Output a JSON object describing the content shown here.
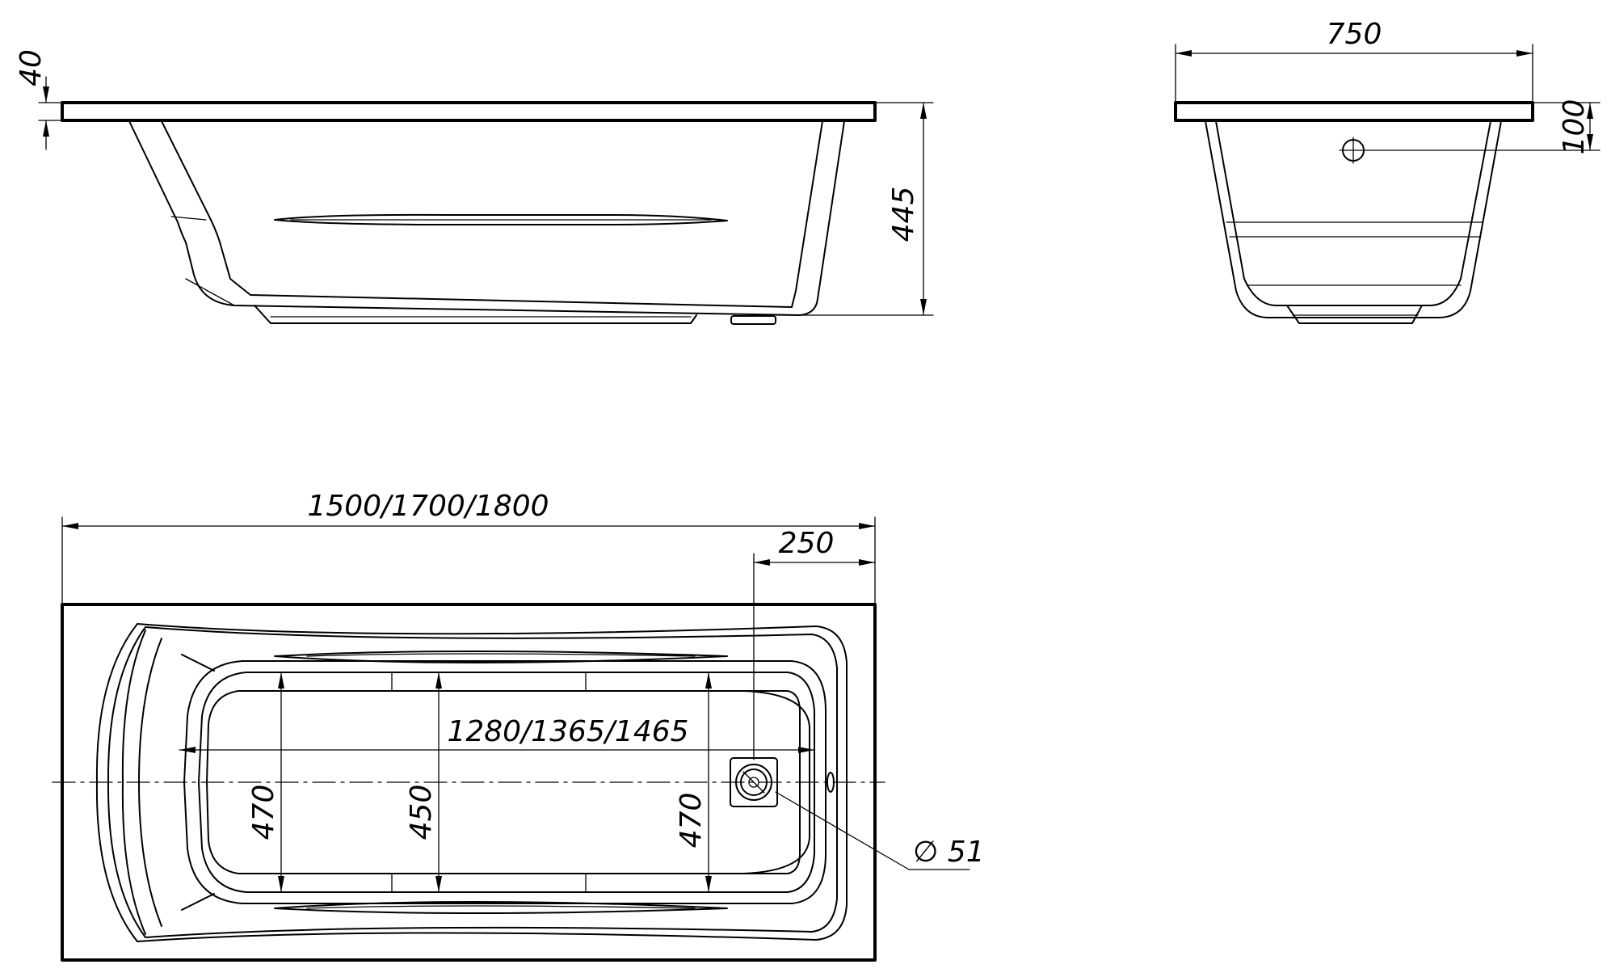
{
  "dimensions": {
    "rim_thickness": "40",
    "height": "445",
    "width": "750",
    "overflow_height": "100",
    "length": "1500/1700/1800",
    "drain_offset": "250",
    "inner_length": "1280/1365/1465",
    "inner_width_head": "470",
    "inner_width_middle": "450",
    "inner_width_foot": "470",
    "drain_diameter": "∅ 51"
  }
}
